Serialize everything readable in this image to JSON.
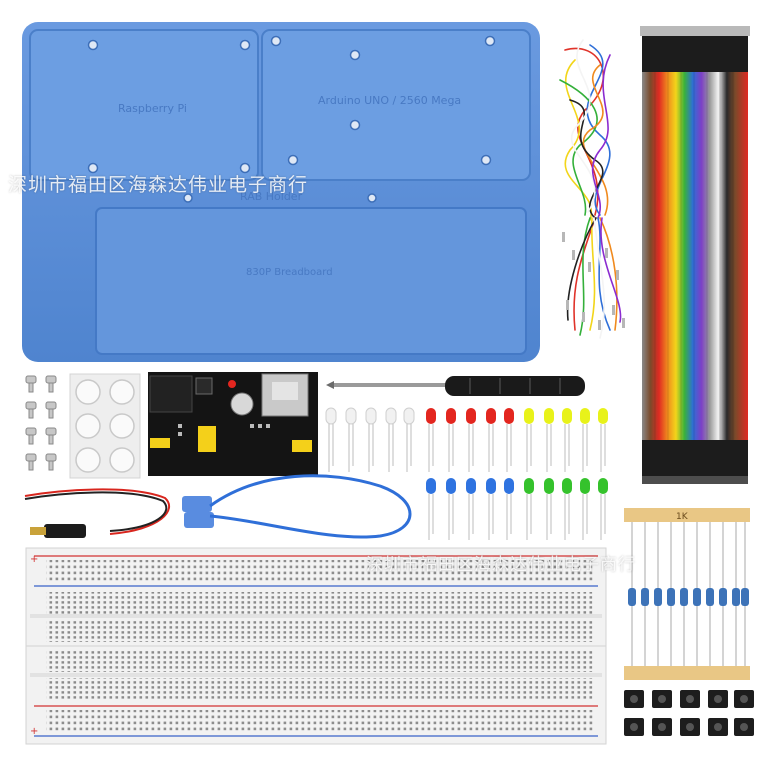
{
  "watermark": {
    "line1": "深圳市福田区海森达伟业电子商行",
    "line2": "深圳市福田区海森达伟业电子商行"
  },
  "holder": {
    "label_rpi": "Raspberry Pi",
    "label_arduino": "Arduino UNO / 2560 Mega",
    "label_title": "RAB Holder",
    "label_breadboard": "830P Breadboard",
    "color": "#5b8fd6"
  },
  "resistor": {
    "tape_label": "1K"
  },
  "colors": {
    "led_red": "#e3261f",
    "led_yellow": "#e8f21a",
    "led_blue": "#2f73e0",
    "led_green": "#35c22c",
    "cable_blue": "#2f6fd8"
  }
}
